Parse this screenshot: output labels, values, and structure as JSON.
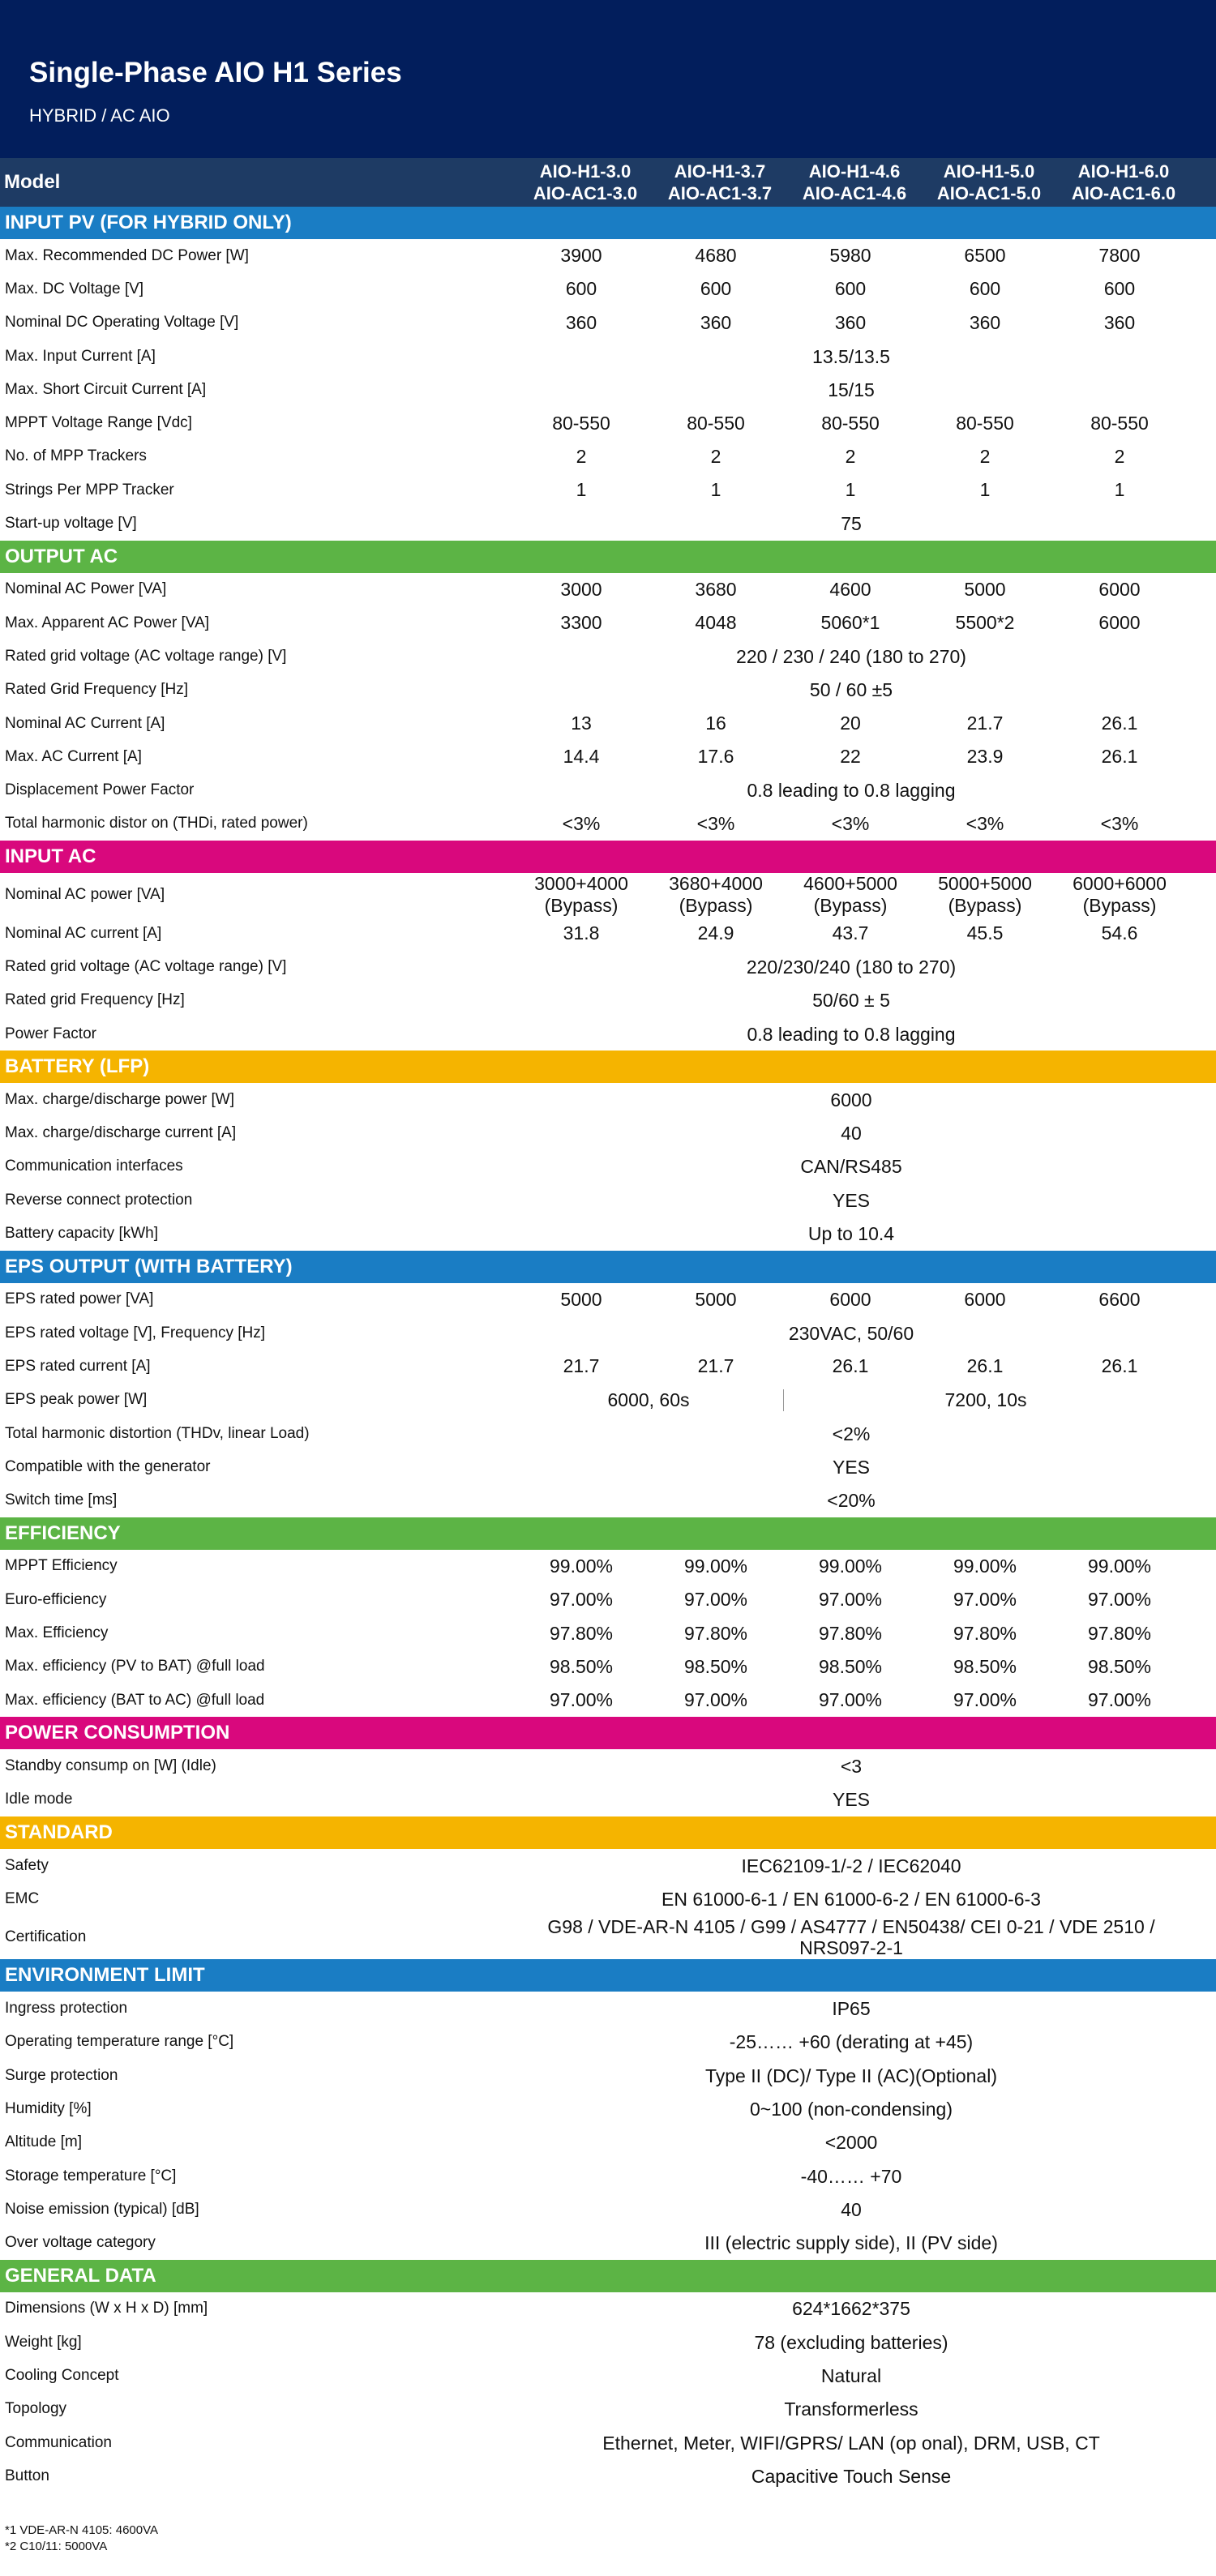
{
  "header": {
    "title": "Single-Phase AIO H1 Series",
    "subtitle": "HYBRID / AC AIO"
  },
  "models": {
    "label": "Model",
    "items": [
      [
        "AIO-H1-3.0",
        "AIO-AC1-3.0"
      ],
      [
        "AIO-H1-3.7",
        "AIO-AC1-3.7"
      ],
      [
        "AIO-H1-4.6",
        "AIO-AC1-4.6"
      ],
      [
        "AIO-H1-5.0",
        "AIO-AC1-5.0"
      ],
      [
        "AIO-H1-6.0",
        "AIO-AC1-6.0"
      ]
    ]
  },
  "colors": {
    "blue": "#1a7dc4",
    "green": "#5cb445",
    "magenta": "#d9087d",
    "orange": "#f5b400",
    "header": "#021e5c",
    "model_bar": "#1e3b64"
  },
  "sections": [
    {
      "title": "INPUT PV (FOR HYBRID ONLY)",
      "color": "blue",
      "rows": [
        {
          "label": "Max. Recommended DC Power [W]",
          "values": [
            "3900",
            "4680",
            "5980",
            "6500",
            "7800"
          ]
        },
        {
          "label": "Max. DC Voltage [V]",
          "values": [
            "600",
            "600",
            "600",
            "600",
            "600"
          ]
        },
        {
          "label": "Nominal DC Operating Voltage [V]",
          "values": [
            "360",
            "360",
            "360",
            "360",
            "360"
          ]
        },
        {
          "label": "Max. Input Current [A]",
          "span": "13.5/13.5"
        },
        {
          "label": "Max. Short Circuit Current [A]",
          "span": "15/15"
        },
        {
          "label": "MPPT Voltage Range [Vdc]",
          "values": [
            "80-550",
            "80-550",
            "80-550",
            "80-550",
            "80-550"
          ]
        },
        {
          "label": "No. of MPP Trackers",
          "values": [
            "2",
            "2",
            "2",
            "2",
            "2"
          ]
        },
        {
          "label": "Strings Per MPP Tracker",
          "values": [
            "1",
            "1",
            "1",
            "1",
            "1"
          ]
        },
        {
          "label": "Start-up voltage [V]",
          "span": "75"
        }
      ]
    },
    {
      "title": "OUTPUT AC",
      "color": "green",
      "rows": [
        {
          "label": "Nominal AC Power [VA]",
          "values": [
            "3000",
            "3680",
            "4600",
            "5000",
            "6000"
          ]
        },
        {
          "label": "Max. Apparent AC Power [VA]",
          "values": [
            "3300",
            "4048",
            "5060*1",
            "5500*2",
            "6000"
          ]
        },
        {
          "label": "Rated grid voltage (AC voltage range) [V]",
          "span": "220 / 230 / 240 (180 to 270)"
        },
        {
          "label": "Rated Grid Frequency [Hz]",
          "span": "50 / 60 ±5"
        },
        {
          "label": "Nominal AC Current [A]",
          "values": [
            "13",
            "16",
            "20",
            "21.7",
            "26.1"
          ]
        },
        {
          "label": "Max. AC Current [A]",
          "values": [
            "14.4",
            "17.6",
            "22",
            "23.9",
            "26.1"
          ]
        },
        {
          "label": "Displacement Power Factor",
          "span": "0.8 leading to 0.8 lagging"
        },
        {
          "label": "Total harmonic distor    on (THDi, rated power)",
          "values": [
            "<3%",
            "<3%",
            "<3%",
            "<3%",
            "<3%"
          ]
        }
      ]
    },
    {
      "title": "INPUT AC",
      "color": "magenta",
      "rows": [
        {
          "label": "Nominal AC power [VA]",
          "tall": true,
          "values": [
            "3000+4000 (Bypass)",
            "3680+4000 (Bypass)",
            "4600+5000 (Bypass)",
            "5000+5000 (Bypass)",
            "6000+6000 (Bypass)"
          ]
        },
        {
          "label": "Nominal AC current [A]",
          "values": [
            "31.8",
            "24.9",
            "43.7",
            "45.5",
            "54.6"
          ]
        },
        {
          "label": "Rated grid voltage (AC voltage range) [V]",
          "span": "220/230/240 (180 to 270)"
        },
        {
          "label": "Rated grid Frequency [Hz]",
          "span": "50/60 ± 5"
        },
        {
          "label": "Power Factor",
          "span": "0.8 leading to 0.8 lagging"
        }
      ]
    },
    {
      "title": "BATTERY (LFP)",
      "color": "orange",
      "rows": [
        {
          "label": "Max. charge/discharge power [W]",
          "span": "6000"
        },
        {
          "label": "Max. charge/discharge current [A]",
          "span": "40"
        },
        {
          "label": "Communication interfaces",
          "span": "CAN/RS485"
        },
        {
          "label": "Reverse connect protection",
          "span": "YES"
        },
        {
          "label": "Battery capacity [kWh]",
          "span": "Up to 10.4"
        }
      ]
    },
    {
      "title": "EPS OUTPUT (WITH BATTERY)",
      "color": "blue",
      "rows": [
        {
          "label": "EPS rated power [VA]",
          "values": [
            "5000",
            "5000",
            "6000",
            "6000",
            "6600"
          ]
        },
        {
          "label": "EPS rated voltage [V], Frequency [Hz]",
          "span": "230VAC, 50/60"
        },
        {
          "label": "EPS rated current [A]",
          "values": [
            "21.7",
            "21.7",
            "26.1",
            "26.1",
            "26.1"
          ]
        },
        {
          "label": "EPS peak power [W]",
          "split": [
            "6000, 60s",
            "7200, 10s"
          ]
        },
        {
          "label": "Total harmonic distortion (THDv, linear Load)",
          "span": "<2%"
        },
        {
          "label": "Compatible with the generator",
          "span": "YES"
        },
        {
          "label": "Switch time [ms]",
          "span": "<20%"
        }
      ]
    },
    {
      "title": "EFFICIENCY",
      "color": "green",
      "rows": [
        {
          "label": "MPPT Efficiency",
          "values": [
            "99.00%",
            "99.00%",
            "99.00%",
            "99.00%",
            "99.00%"
          ]
        },
        {
          "label": "Euro-efficiency",
          "values": [
            "97.00%",
            "97.00%",
            "97.00%",
            "97.00%",
            "97.00%"
          ]
        },
        {
          "label": "Max. Efficiency",
          "values": [
            "97.80%",
            "97.80%",
            "97.80%",
            "97.80%",
            "97.80%"
          ]
        },
        {
          "label": "Max. efficiency (PV to BAT) @full load",
          "values": [
            "98.50%",
            "98.50%",
            "98.50%",
            "98.50%",
            "98.50%"
          ]
        },
        {
          "label": "Max. efficiency (BAT to AC) @full load",
          "values": [
            "97.00%",
            "97.00%",
            "97.00%",
            "97.00%",
            "97.00%"
          ]
        }
      ]
    },
    {
      "title": "POWER CONSUMPTION",
      "color": "magenta",
      "rows": [
        {
          "label": "Standby consump    on [W] (Idle)",
          "span": "<3"
        },
        {
          "label": "Idle mode",
          "span": "YES"
        }
      ]
    },
    {
      "title": "STANDARD",
      "color": "orange",
      "rows": [
        {
          "label": "Safety",
          "span": "IEC62109-1/-2 / IEC62040"
        },
        {
          "label": "EMC",
          "span": "EN 61000-6-1 / EN 61000-6-2 / EN 61000-6-3"
        },
        {
          "label": "Certification",
          "tall": true,
          "span": "G98 / VDE-AR-N 4105 / G99 / AS4777 / EN50438/ CEI 0-21 / VDE 2510 / NRS097-2-1"
        }
      ]
    },
    {
      "title": "ENVIRONMENT LIMIT",
      "color": "blue",
      "rows": [
        {
          "label": "Ingress protection",
          "span": "IP65"
        },
        {
          "label": "Operating temperature range [°C]",
          "span": "-25…… +60 (derating at +45)"
        },
        {
          "label": "Surge protection",
          "span": "Type II (DC)/ Type II (AC)(Optional)"
        },
        {
          "label": "Humidity [%]",
          "span": "0~100 (non-condensing)"
        },
        {
          "label": "Altitude [m]",
          "span": "<2000"
        },
        {
          "label": "Storage temperature [°C]",
          "span": "-40…… +70"
        },
        {
          "label": "Noise emission (typical) [dB]",
          "span": "40"
        },
        {
          "label": "Over voltage category",
          "span": "III (electric supply side), II (PV side)"
        }
      ]
    },
    {
      "title": "GENERAL DATA",
      "color": "green",
      "rows": [
        {
          "label": "Dimensions (W x H x D) [mm]",
          "span": "624*1662*375"
        },
        {
          "label": "Weight [kg]",
          "span": "78 (excluding batteries)"
        },
        {
          "label": "Cooling Concept",
          "span": "Natural"
        },
        {
          "label": "Topology",
          "span": "Transformerless"
        },
        {
          "label": "Communication",
          "span": "Ethernet, Meter, WIFI/GPRS/ LAN (op    onal), DRM, USB, CT"
        },
        {
          "label": "Button",
          "span": "Capacitive Touch Sense"
        }
      ]
    }
  ],
  "footnotes": [
    "*1 VDE-AR-N 4105: 4600VA",
    "*2 C10/11: 5000VA"
  ]
}
